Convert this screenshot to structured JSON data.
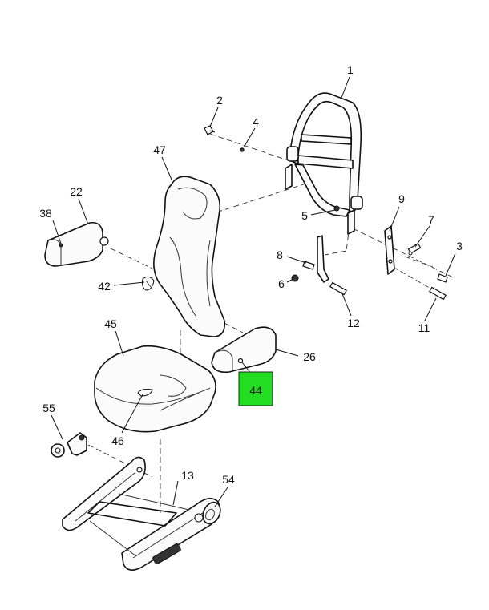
{
  "diagram": {
    "callouts": [
      "1",
      "2",
      "3",
      "4",
      "5",
      "6",
      "7",
      "8",
      "9",
      "11",
      "12",
      "13",
      "22",
      "26",
      "38",
      "42",
      "44",
      "45",
      "46",
      "47",
      "54",
      "55"
    ],
    "highlighted_callout": "44",
    "highlight_color": "#22dd22"
  }
}
